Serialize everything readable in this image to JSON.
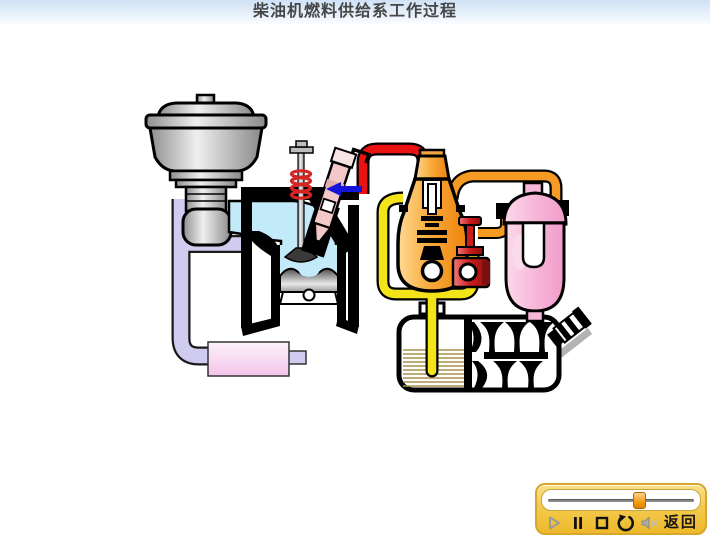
{
  "page": {
    "title": "柴油机燃料供给系工作过程"
  },
  "colors": {
    "header_blue": "#cfe2f6",
    "intake_air_blue": "#c3eaf9",
    "exhaust_lavender": "#cfccf0",
    "muffler_pink": "#f6cdee",
    "high_pressure_red": "#e81212",
    "feed_line_orange": "#f59a23",
    "suction_line_yellow": "#f2e419",
    "pump_body_orange": "#f6a135",
    "priming_pump_red": "#cc1b1b",
    "filter_pink": "#f7b7d9",
    "injector_pink": "#f2c8c8",
    "valve_spring_red": "#d42424",
    "flow_arrow_blue": "#1414d8",
    "tank_fuel_tan": "#a8904a",
    "air_filter_gray": "#c9c9c9",
    "control_bar_gold": "#f3cb4e"
  },
  "diagram": {
    "parts": [
      "air-filter",
      "intake-duct",
      "engine-cylinder",
      "intake-valve",
      "valve-spring",
      "fuel-injector",
      "flow-arrow",
      "high-pressure-pipe",
      "injection-pump",
      "priming-pump",
      "feed-pipe-orange",
      "suction-pipe-yellow",
      "fuel-filter",
      "fuel-tank",
      "fuel-pickup-pipe",
      "filler-cap",
      "exhaust-pipe",
      "muffler",
      "piston"
    ]
  },
  "player": {
    "progress_percent": 61,
    "buttons": [
      {
        "name": "play",
        "icon": "play-icon",
        "state": "disabled"
      },
      {
        "name": "pause",
        "icon": "pause-icon",
        "state": "normal"
      },
      {
        "name": "stop",
        "icon": "stop-icon",
        "state": "normal"
      },
      {
        "name": "replay",
        "icon": "replay-icon",
        "state": "normal"
      },
      {
        "name": "mute",
        "icon": "speaker-muted-icon",
        "state": "disabled"
      }
    ],
    "return_label": "返回"
  }
}
